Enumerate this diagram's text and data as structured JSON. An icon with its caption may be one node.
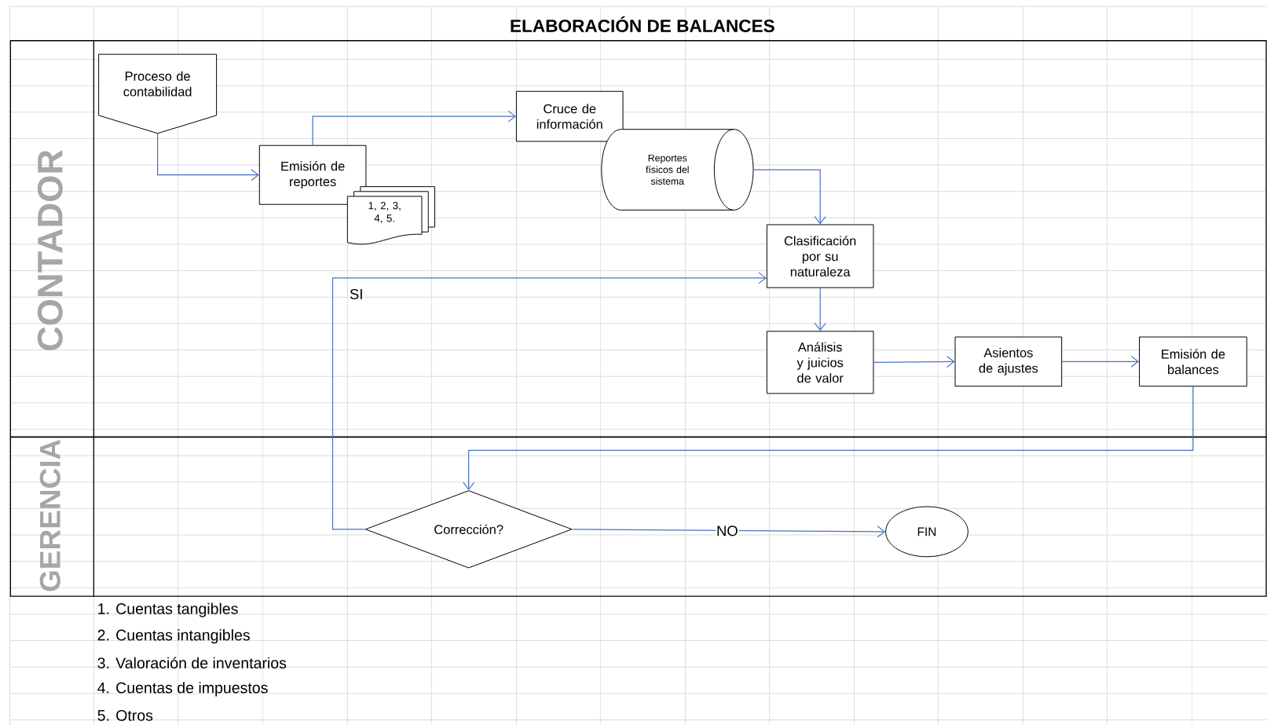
{
  "diagram": {
    "title": "ELABORACIÓN DE BALANCES",
    "nodes": [
      {
        "text": [
          "CONTADOR"
        ]
      },
      {
        "text": [
          "GERENCIA"
        ]
      },
      {
        "text": [
          "Proceso de contabilidad"
        ],
        "in": 0
      },
      {
        "text": [
          "Emisión de reportes"
        ],
        "in": 0
      },
      {
        "text": [
          "1, 2, 3, 4, 5."
        ],
        "in": 0
      },
      {
        "text": [
          "Cruce de información"
        ],
        "in": 0
      },
      {
        "text": [
          "Reportes físicos del sistema"
        ],
        "in": 0
      },
      {
        "text": [
          "Clasificación por su naturaleza"
        ],
        "in": 0
      },
      {
        "text": [
          "Análisis y juicios de valor"
        ],
        "in": 0
      },
      {
        "text": [
          "Asientos de ajustes"
        ],
        "in": 0
      },
      {
        "text": [
          "Emisión de balances"
        ],
        "in": 0
      },
      {
        "text": [
          "Corrección?"
        ],
        "in": 1
      },
      {
        "text": [
          "FIN"
        ],
        "in": 1
      }
    ],
    "edges": [
      {
        "from": 2,
        "to": 3,
        "arrow": "to"
      },
      {
        "from": 3,
        "to": 5,
        "arrow": "to"
      },
      {
        "from": 6,
        "to": 7,
        "arrow": "to"
      },
      {
        "from": 7,
        "to": 8,
        "arrow": "to"
      },
      {
        "from": 8,
        "to": 9,
        "arrow": "to"
      },
      {
        "from": 9,
        "to": 10,
        "arrow": "to"
      },
      {
        "from": 10,
        "to": 11,
        "arrow": "to"
      },
      {
        "from": 11,
        "to": 7,
        "arrow": "to",
        "label": "SI"
      },
      {
        "from": 11,
        "to": 12,
        "arrow": "to",
        "label": "NO"
      }
    ],
    "labels": [
      "1. Cuentas tangibles",
      "2. Cuentas intangibles",
      "3. Valoración de inventarios",
      "4. Cuentas de impuestos",
      "5. Otros"
    ]
  }
}
